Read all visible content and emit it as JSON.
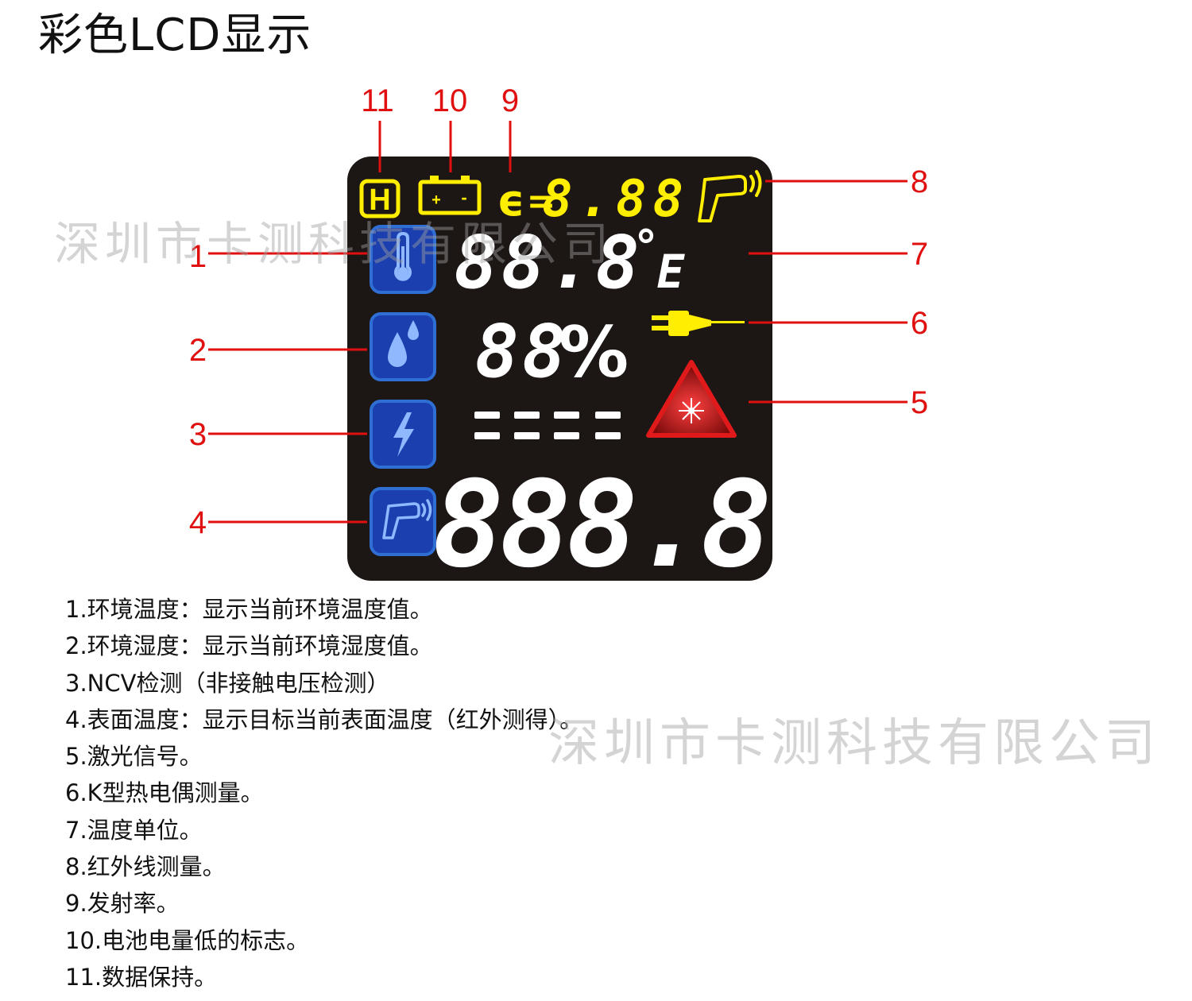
{
  "title": "彩色LCD显示",
  "callouts": {
    "n1": "1",
    "n2": "2",
    "n3": "3",
    "n4": "4",
    "n5": "5",
    "n6": "6",
    "n7": "7",
    "n8": "8",
    "n9": "9",
    "n10": "10",
    "n11": "11"
  },
  "lcd": {
    "hold_letter": "H",
    "emissivity_symbol": "ϵ",
    "emissivity_equals": "=",
    "emissivity_digits": "8.88",
    "ambient_temp_digits": "88.8",
    "temp_unit_degree": "°",
    "temp_unit_letter": "E",
    "humidity_digits": "88",
    "humidity_percent": "%",
    "ncv_bars": "====",
    "surface_temp_digits": "888.8",
    "battery_plus": "+",
    "battery_minus": "-"
  },
  "legend": [
    "1.环境温度：显示当前环境温度值。",
    "2.环境湿度：显示当前环境湿度值。",
    "3.NCV检测（非接触电压检测）",
    "4.表面温度：显示目标当前表面温度（红外测得）。",
    "5.激光信号。",
    "6.K型热电偶测量。",
    "7.温度单位。",
    "8.红外线测量。",
    "9.发射率。",
    "10.电池电量低的标志。",
    "11.数据保持。"
  ],
  "watermark": "深圳市卡测科技有限公司",
  "colors": {
    "lcd_bg": "#1c1614",
    "segment_white": "#ffffff",
    "segment_yellow": "#ffee00",
    "icon_blue": "#1b3fae",
    "icon_border": "#2f6fd4",
    "callout_red": "#e11010",
    "laser_red": "#e01a1a"
  },
  "icons": {
    "hold": "hold-icon",
    "battery": "battery-low-icon",
    "ir_gun": "infrared-gun-icon",
    "thermometer": "thermometer-icon",
    "humidity": "water-drop-icon",
    "ncv": "lightning-icon",
    "surface": "infrared-gun-icon",
    "thermocouple": "thermocouple-plug-icon",
    "laser": "laser-warning-icon"
  }
}
